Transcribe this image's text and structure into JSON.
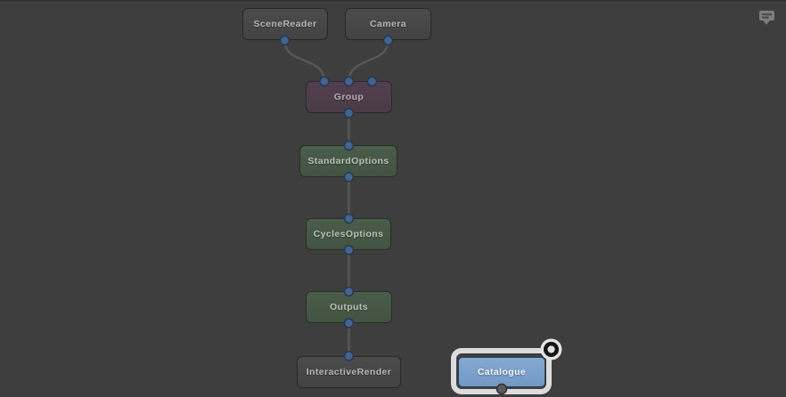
{
  "graph": {
    "nodes": [
      {
        "id": "scene-reader",
        "label": "SceneReader",
        "color": "#474747",
        "selected": false,
        "focused": false
      },
      {
        "id": "camera",
        "label": "Camera",
        "color": "#474747",
        "selected": false,
        "focused": false
      },
      {
        "id": "group",
        "label": "Group",
        "color": "#4e3f4b",
        "selected": false,
        "focused": false
      },
      {
        "id": "standard-options",
        "label": "StandardOptions",
        "color": "#465746",
        "selected": false,
        "focused": false
      },
      {
        "id": "cycles-options",
        "label": "CyclesOptions",
        "color": "#465746",
        "selected": false,
        "focused": false
      },
      {
        "id": "outputs",
        "label": "Outputs",
        "color": "#465746",
        "selected": false,
        "focused": false
      },
      {
        "id": "interactive-render",
        "label": "InteractiveRender",
        "color": "#474747",
        "selected": false,
        "focused": false
      },
      {
        "id": "catalogue",
        "label": "Catalogue",
        "color": "#7ba3cd",
        "selected": true,
        "focused": true
      }
    ],
    "connections": [
      {
        "from": "SceneReader",
        "to": "Group",
        "to_port": "in0"
      },
      {
        "from": "Camera",
        "to": "Group",
        "to_port": "in1"
      },
      {
        "from": "Group",
        "to": "StandardOptions",
        "to_port": "in"
      },
      {
        "from": "StandardOptions",
        "to": "CyclesOptions",
        "to_port": "in"
      },
      {
        "from": "CyclesOptions",
        "to": "Outputs",
        "to_port": "in"
      },
      {
        "from": "Outputs",
        "to": "InteractiveRender",
        "to_port": "in"
      }
    ],
    "unconnected_ports": [
      {
        "node": "Group",
        "port": "in2",
        "color": "#44638f"
      },
      {
        "node": "Catalogue",
        "port": "out",
        "color": "#5a5a5a"
      }
    ]
  },
  "icons": {
    "annotation": "speech-bubble-icon",
    "focus": "focus-ring-icon"
  },
  "colors": {
    "background": "#3e3e3e",
    "edge": "#575757",
    "port_fill": "#44638f",
    "port_border": "#263850",
    "selection_frame": "#dcdcdc",
    "focus_ring_dark": "#151515",
    "node_text": "#b4b4b4",
    "catalogue_text": "#f2f6fa"
  }
}
